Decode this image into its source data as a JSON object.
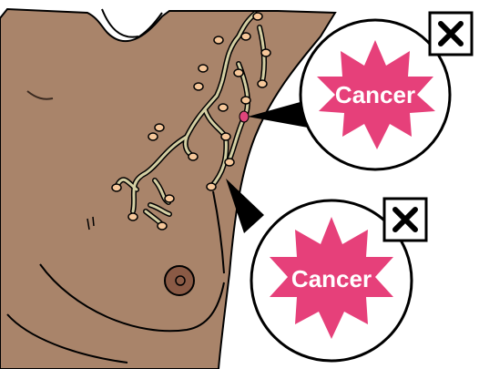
{
  "illustration": {
    "skin_color": "#a9846a",
    "outline_color": "#000000",
    "lymph_vessel_color": "#d4cfa3",
    "lymph_node_color": "#f6c79a",
    "tumor_color": "#e0457b",
    "burst_color": "#e6407a",
    "callouts": [
      {
        "id": "upper",
        "label": "Cancer",
        "icon": "close-icon"
      },
      {
        "id": "lower",
        "label": "Cancer",
        "icon": "close-icon"
      }
    ]
  }
}
